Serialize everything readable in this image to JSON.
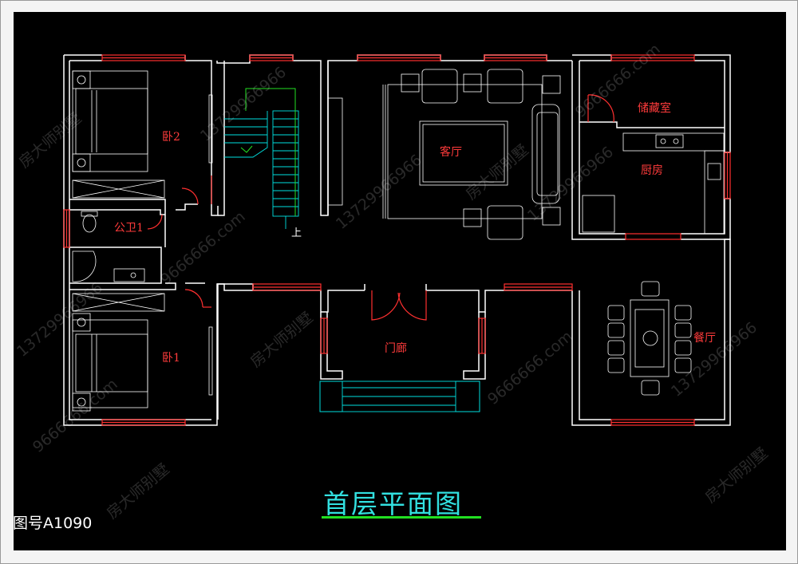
{
  "rooms": {
    "bedroom2": "卧2",
    "bathroom1": "公卫1",
    "bedroom1": "卧1",
    "living_room": "客厅",
    "storage_room": "储藏室",
    "kitchen": "厨房",
    "dining_room": "餐厅",
    "entrance_hall": "门廊",
    "stair_up": "上"
  },
  "title": "首层平面图",
  "drawing_number": "图号A1090",
  "watermarks": {
    "phone": "13729966966",
    "brand": "房大师别墅",
    "site": "9666666.com"
  },
  "colors": {
    "background": "#000000",
    "walls": "#ffffff",
    "windows": "#ff3030",
    "labels": "#ff3b3b",
    "stairs": "#00e0e0",
    "title": "#32e0e0",
    "underline": "#22e022"
  }
}
